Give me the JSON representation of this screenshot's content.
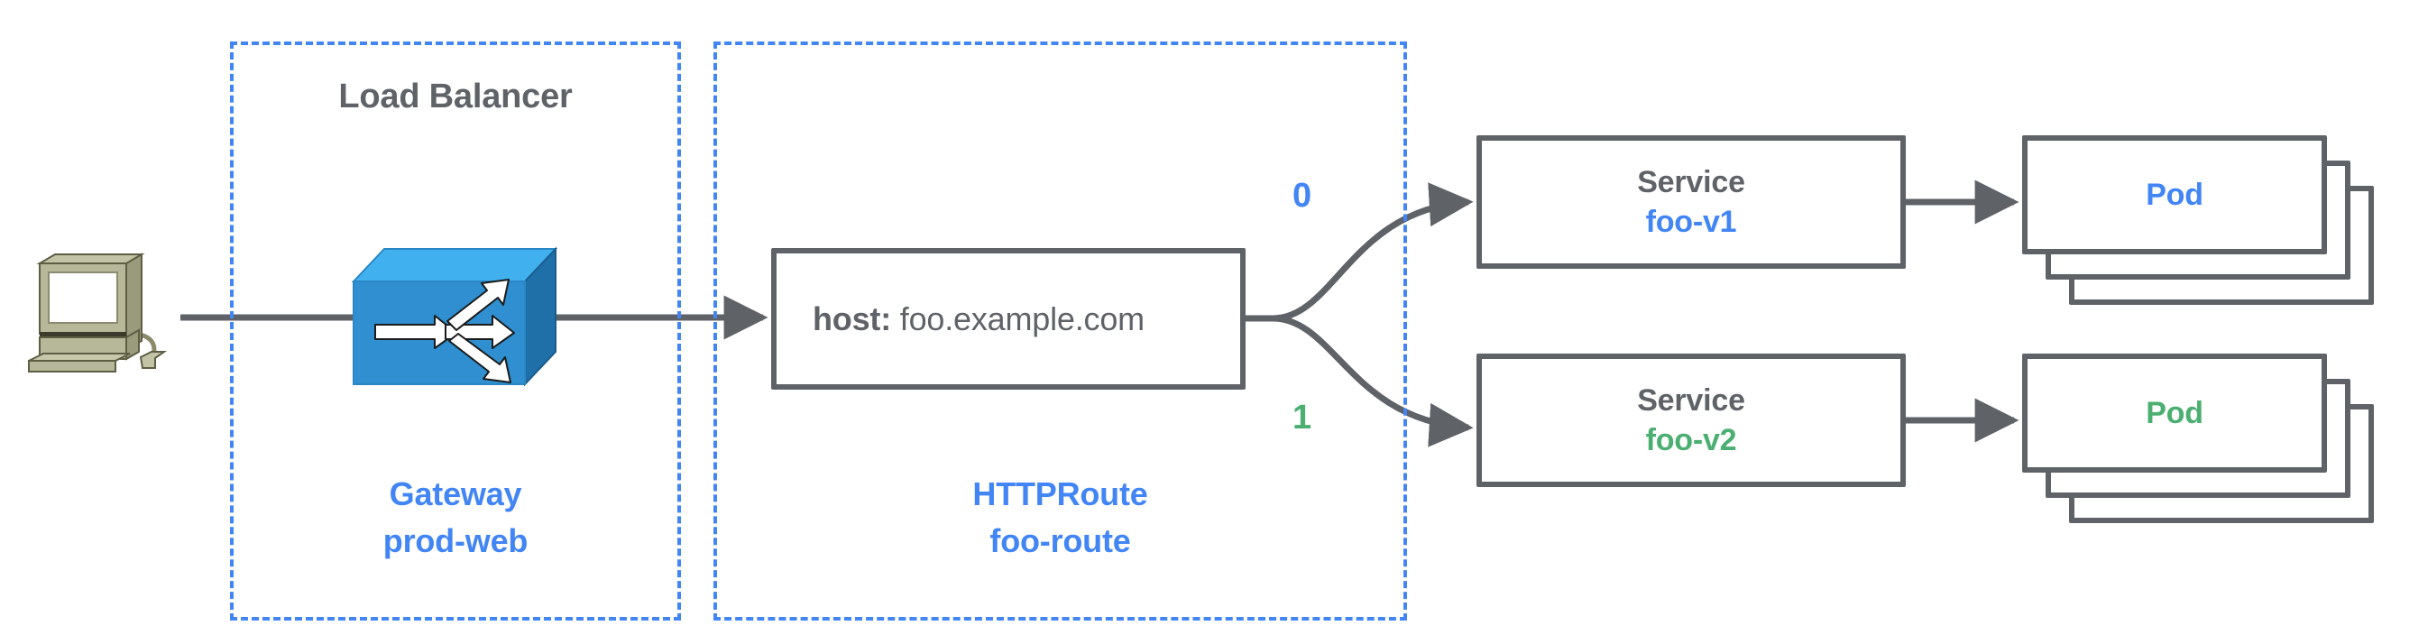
{
  "diagram": {
    "title": "Kubernetes Gateway API traffic split diagram",
    "colors": {
      "accent_blue": "#4285f4",
      "accent_green": "#4caf72",
      "stroke_gray": "#5f6368",
      "lb_blue": "#2f8fd0",
      "background": "#ffffff"
    }
  },
  "client": {
    "icon": "client-computer-icon"
  },
  "gateway_group": {
    "title": "Load Balancer",
    "caption_kind": "Gateway",
    "caption_name": "prod-web",
    "icon": "load-balancer-icon"
  },
  "httproute_group": {
    "caption_kind": "HTTPRoute",
    "caption_name": "foo-route",
    "rule": {
      "key": "host:",
      "value": "foo.example.com"
    },
    "branches": [
      {
        "label": "0",
        "color": "#4285f4"
      },
      {
        "label": "1",
        "color": "#4caf72"
      }
    ]
  },
  "backends": [
    {
      "kind": "Service",
      "name": "foo-v1",
      "color": "#4285f4",
      "pod_label": "Pod",
      "pod_count": 3
    },
    {
      "kind": "Service",
      "name": "foo-v2",
      "color": "#4caf72",
      "pod_label": "Pod",
      "pod_count": 3
    }
  ]
}
